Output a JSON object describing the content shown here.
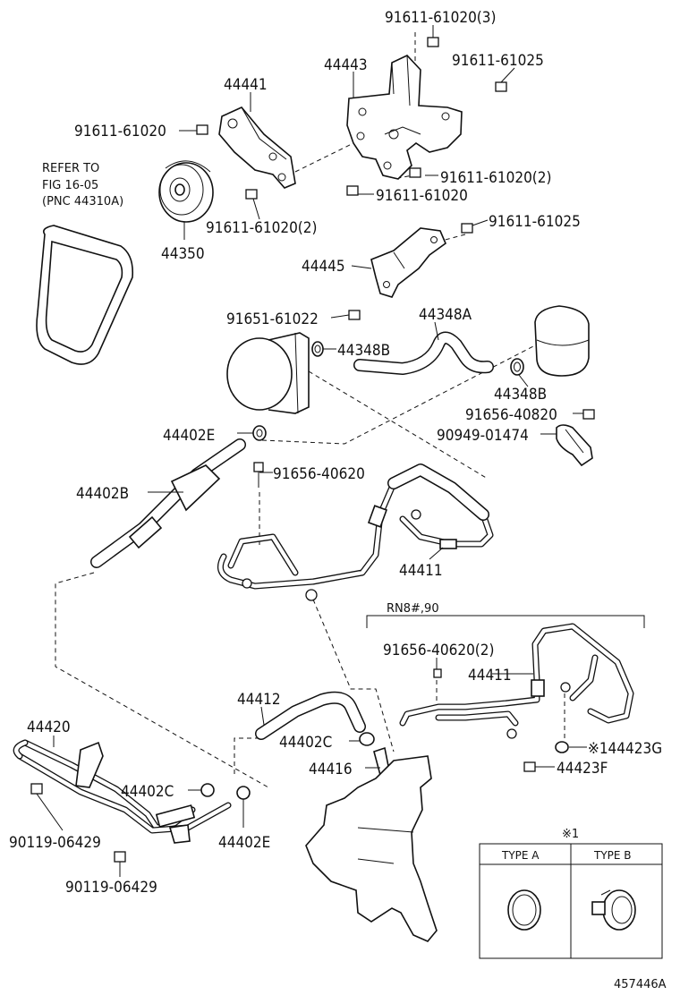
{
  "figure_id": "457446A",
  "refer": {
    "line1": "REFER TO",
    "line2": "FIG 16-05",
    "line3": "(PNC 44310A)"
  },
  "labels": {
    "p91611_61020_3": "91611-61020(3)",
    "p91611_61025_top": "91611-61025",
    "p44443": "44443",
    "p44441": "44441",
    "p91611_61020_left": "91611-61020",
    "p91611_61020_2_right": "91611-61020(2)",
    "p91611_61020_mid": "91611-61020",
    "p91611_61020_2_lower": "91611-61020(2)",
    "p44350": "44350",
    "p91611_61025_mid": "91611-61025",
    "p44445": "44445",
    "p91651_61022": "91651-61022",
    "p44348A": "44348A",
    "p44348B_left": "44348B",
    "p44348B_right": "44348B",
    "p91656_40820": "91656-40820",
    "p90949_01474": "90949-01474",
    "p44402E_top": "44402E",
    "p91656_40620": "91656-40620",
    "p44402B": "44402B",
    "p44411_main": "44411",
    "variant": "RN8#,90",
    "p91656_40620_2": "91656-40620(2)",
    "p44411_variant": "44411",
    "p44423G": "※144423G",
    "p44423F": "44423F",
    "p44412": "44412",
    "p44402C_right": "44402C",
    "p44416": "44416",
    "p44420": "44420",
    "p44402C_left": "44402C",
    "p44402E_bottom": "44402E",
    "p90119_06429_a": "90119-06429",
    "p90119_06429_b": "90119-06429"
  },
  "note_table": {
    "mark": "※1",
    "col_a": "TYPE A",
    "col_b": "TYPE B"
  }
}
